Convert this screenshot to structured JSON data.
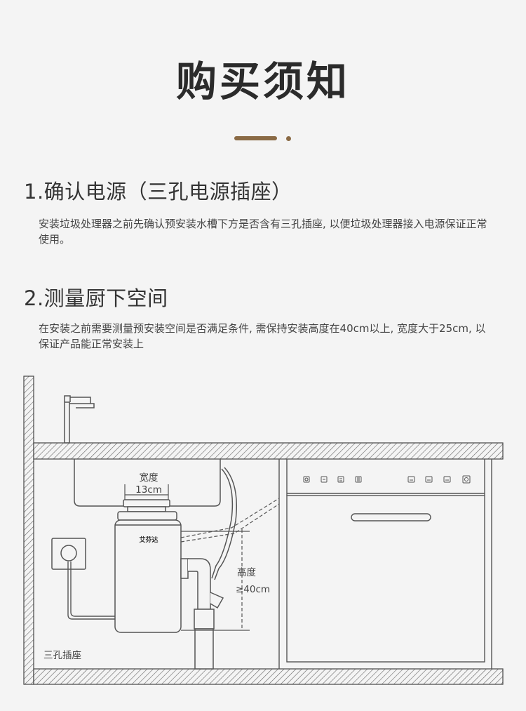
{
  "title": "购买须知",
  "section1": {
    "heading": "1.确认电源（三孔电源插座）",
    "text": "安装垃圾处理器之前先确认预安装水槽下方是否含有三孔插座, 以便垃圾处理器接入电源保证正常使用。"
  },
  "section2": {
    "heading": "2.测量厨下空间",
    "text": "在安装之前需要测量预安装空间是否满足条件, 需保持安装高度在40cm以上, 宽度大于25cm, 以保证产品能正常安装上"
  },
  "diagram": {
    "width_label": "宽度",
    "width_value": "13cm",
    "height_label": "高度",
    "height_value": "≥40cm",
    "socket_label": "三孔插座",
    "brand": "艾芬达"
  },
  "colors": {
    "accent": "#8a6a45",
    "line": "#555555",
    "background": "#f4f4f4"
  }
}
